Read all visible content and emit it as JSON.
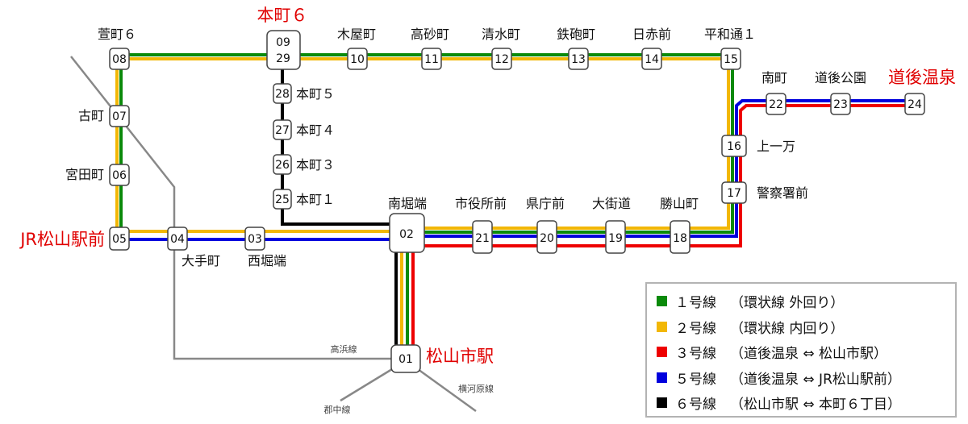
{
  "colors": {
    "line1": "#0a8a0a",
    "line2": "#f2b705",
    "line3": "#ee0000",
    "line5": "#0000dd",
    "line6": "#000000",
    "jr": "#888888",
    "highlight": "#e00000"
  },
  "stations": {
    "s01": {
      "code": "01",
      "name": "松山市駅"
    },
    "s02": {
      "code": "02",
      "name": "南堀端"
    },
    "s03": {
      "code": "03",
      "name": "西堀端"
    },
    "s04": {
      "code": "04",
      "name": "大手町"
    },
    "s05": {
      "code": "05",
      "name": "JR松山駅前"
    },
    "s06": {
      "code": "06",
      "name": "宮田町"
    },
    "s07": {
      "code": "07",
      "name": "古町"
    },
    "s08": {
      "code": "08",
      "name": "萱町６"
    },
    "s0929": {
      "code_a": "09",
      "code_b": "29",
      "name": "本町６"
    },
    "s10": {
      "code": "10",
      "name": "木屋町"
    },
    "s11": {
      "code": "11",
      "name": "高砂町"
    },
    "s12": {
      "code": "12",
      "name": "清水町"
    },
    "s13": {
      "code": "13",
      "name": "鉄砲町"
    },
    "s14": {
      "code": "14",
      "name": "日赤前"
    },
    "s15": {
      "code": "15",
      "name": "平和通１"
    },
    "s16": {
      "code": "16",
      "name": "上一万"
    },
    "s17": {
      "code": "17",
      "name": "警察署前"
    },
    "s18": {
      "code": "18",
      "name": "勝山町"
    },
    "s19": {
      "code": "19",
      "name": "大街道"
    },
    "s20": {
      "code": "20",
      "name": "県庁前"
    },
    "s21": {
      "code": "21",
      "name": "市役所前"
    },
    "s22": {
      "code": "22",
      "name": "南町"
    },
    "s23": {
      "code": "23",
      "name": "道後公園"
    },
    "s24": {
      "code": "24",
      "name": "道後温泉"
    },
    "s25": {
      "code": "25",
      "name": "本町１"
    },
    "s26": {
      "code": "26",
      "name": "本町３"
    },
    "s27": {
      "code": "27",
      "name": "本町４"
    },
    "s28": {
      "code": "28",
      "name": "本町５"
    }
  },
  "jr_lines": {
    "takahama": "高浜線",
    "gunchu": "郡中線",
    "yokogawara": "横河原線"
  },
  "legend": [
    {
      "color": "#0a8a0a",
      "line": "１号線",
      "desc": "（環状線 外回り）"
    },
    {
      "color": "#f2b705",
      "line": "２号線",
      "desc": "（環状線 内回り）"
    },
    {
      "color": "#ee0000",
      "line": "３号線",
      "desc": "（道後温泉 ⇔ 松山市駅）"
    },
    {
      "color": "#0000dd",
      "line": "５号線",
      "desc": "（道後温泉 ⇔ JR松山駅前）"
    },
    {
      "color": "#000000",
      "line": "６号線",
      "desc": "（松山市駅 ⇔ 本町６丁目）"
    }
  ]
}
